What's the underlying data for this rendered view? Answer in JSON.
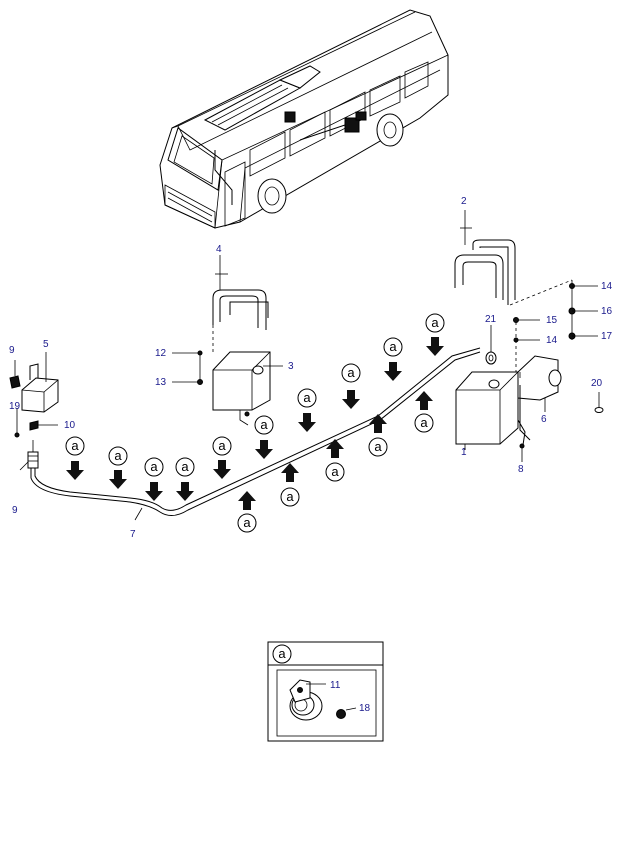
{
  "callouts": {
    "c1": "1",
    "c2": "2",
    "c3": "3",
    "c4": "4",
    "c5": "5",
    "c6": "6",
    "c7": "7",
    "c8": "8",
    "c9a": "9",
    "c9b": "9",
    "c10": "10",
    "c11": "11",
    "c12": "12",
    "c13": "13",
    "c14a": "14",
    "c14b": "14",
    "c15": "15",
    "c16": "16",
    "c17": "17",
    "c18": "18",
    "c19": "19",
    "c20": "20",
    "c21": "21"
  },
  "marker_label": "a",
  "detail_box": {
    "header_marker": "a",
    "c11": "11",
    "c18": "18"
  }
}
